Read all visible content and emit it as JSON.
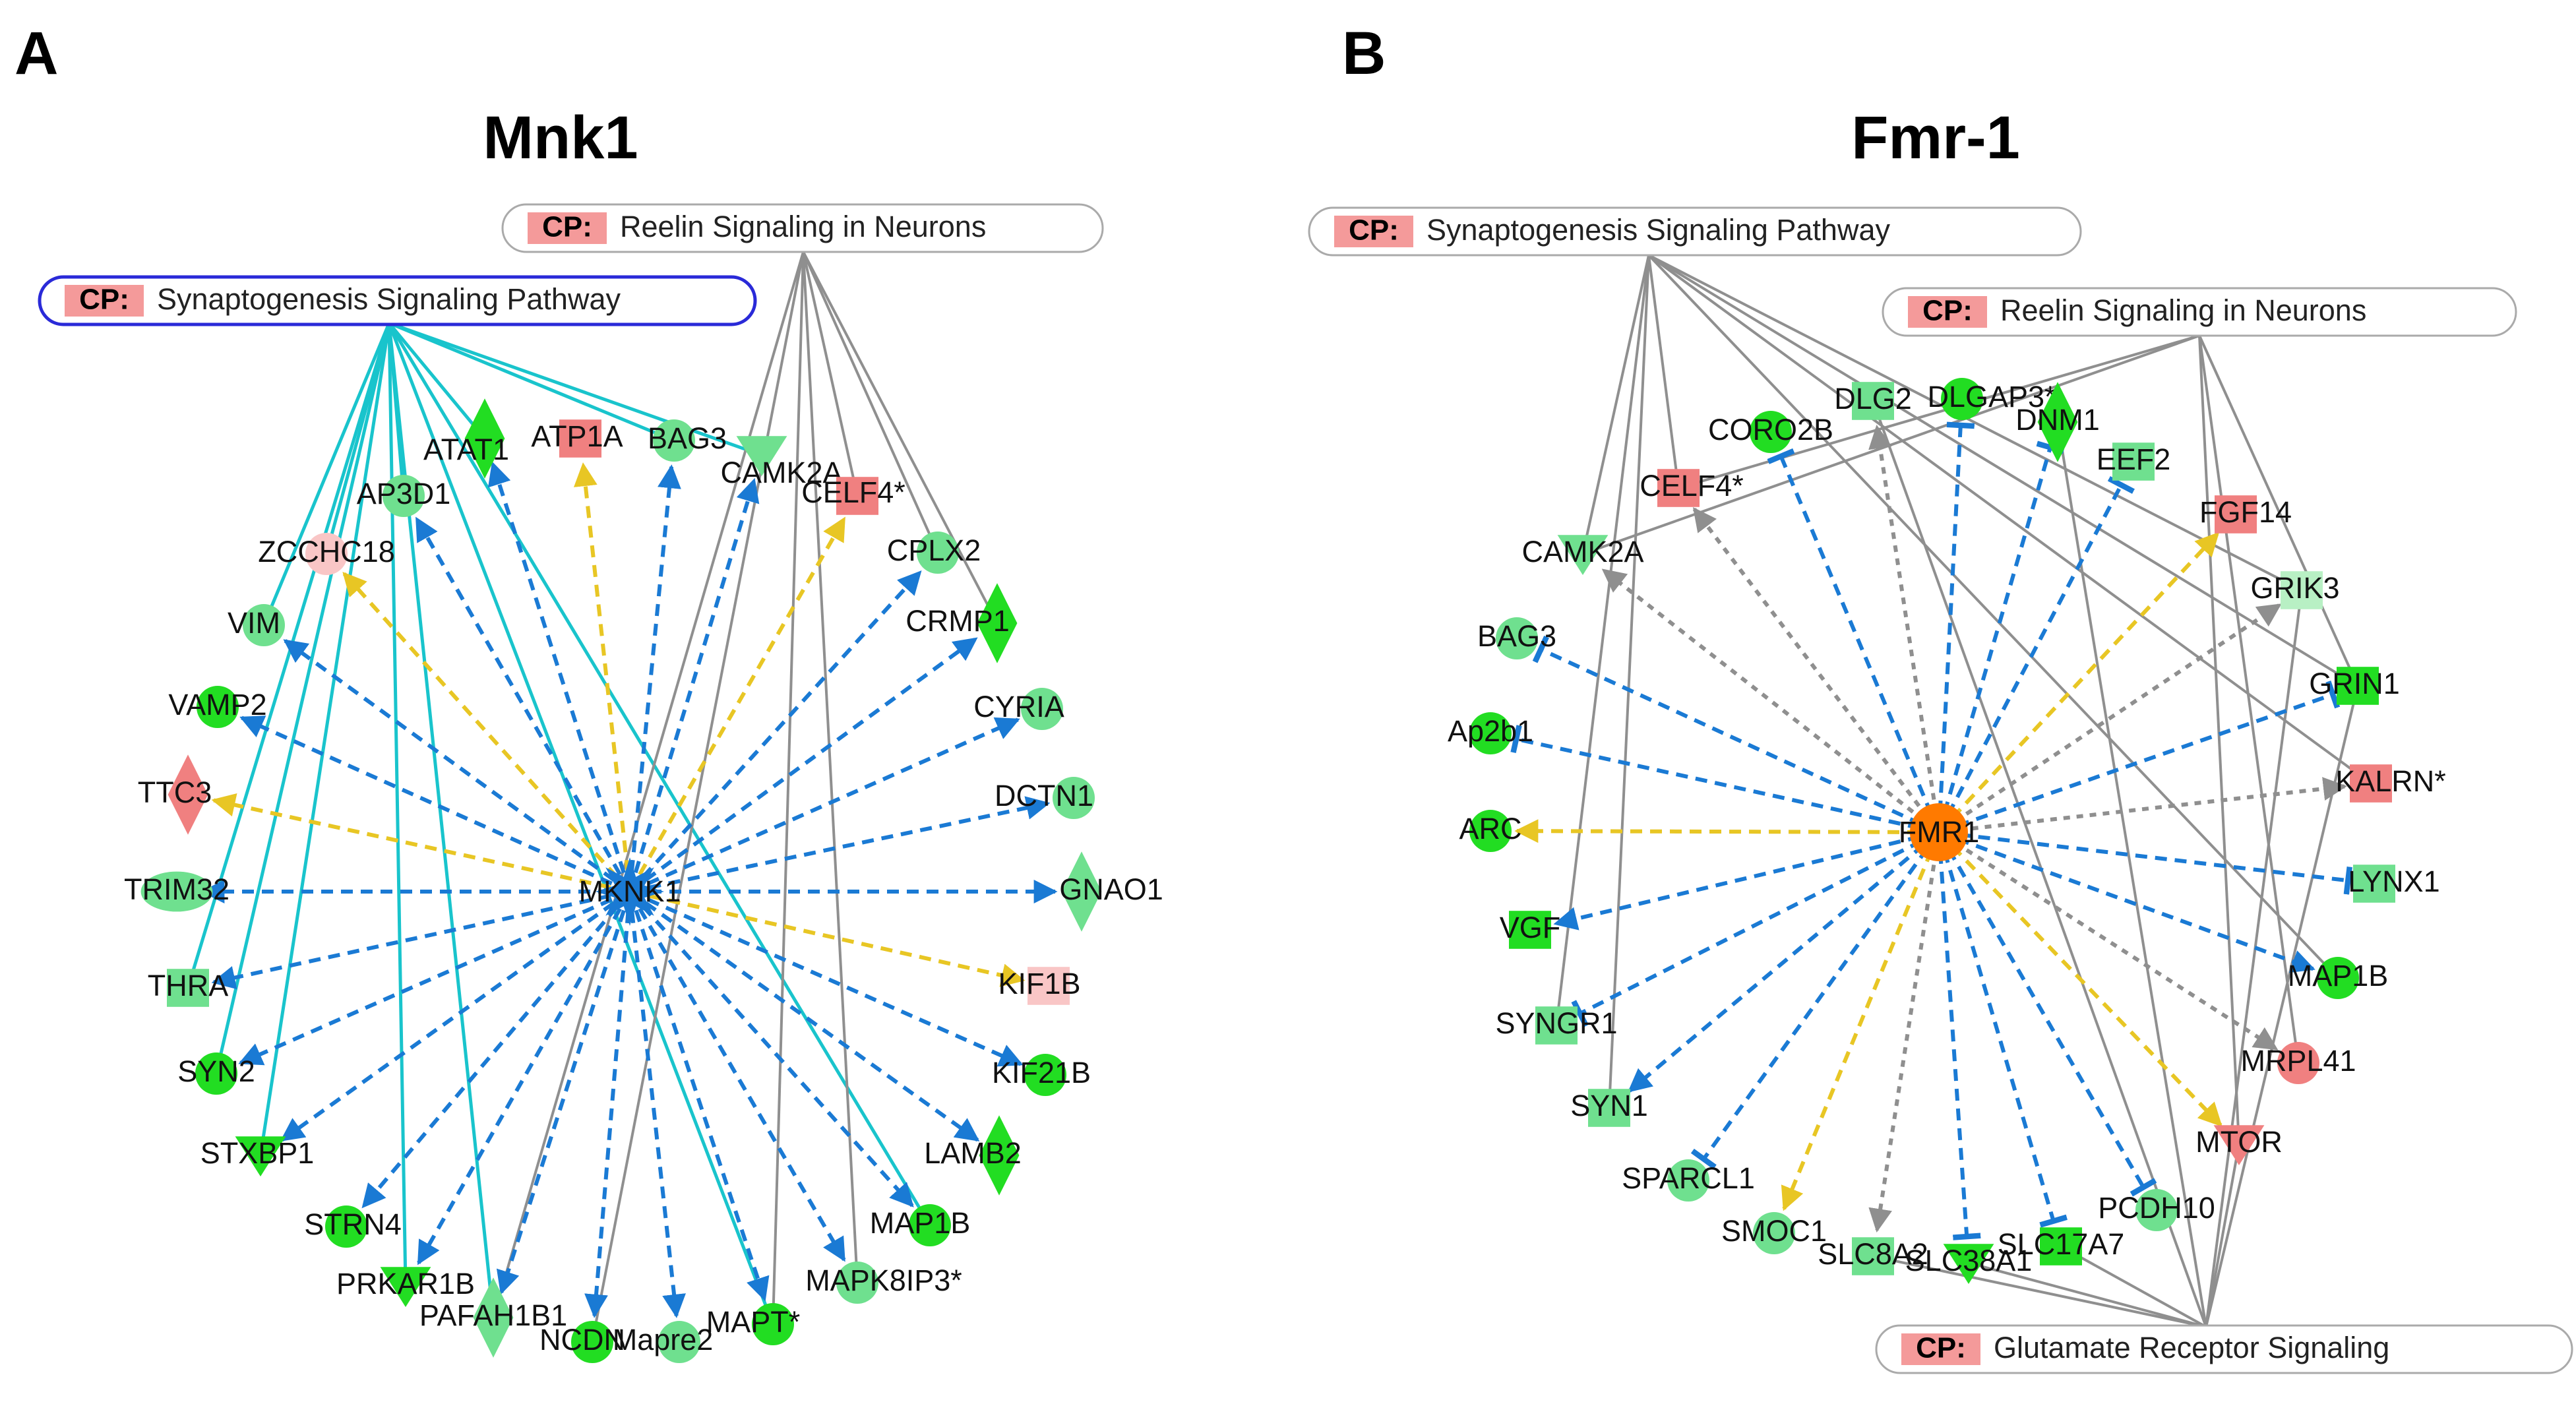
{
  "colors": {
    "up": "#f08080",
    "up_light": "#f9c6c6",
    "up_strong": "#ff6b00",
    "down": "#22dd22",
    "down_light": "#6fe08f",
    "down_pale": "#b8f0c4",
    "inhibit": "#1a7ad4",
    "activate": "#e8c624",
    "neutral_grey": "#8f8f8f",
    "cp_link": "#19c4cc",
    "cp_tag": "#f49a9a",
    "selected_outline": "#2a2ad8"
  },
  "panels": [
    {
      "letter": "A",
      "title": "Mnk1",
      "hub": {
        "label": "MKNK1",
        "shape": "star",
        "color": "#1a7ad4"
      },
      "pathways": [
        {
          "tag": "CP:",
          "name": "Reelin Signaling in Neurons",
          "selected": false
        },
        {
          "tag": "CP:",
          "name": "Synaptogenesis Signaling Pathway",
          "selected": true
        }
      ],
      "nodes": [
        {
          "label": "ATAT1",
          "shape": "diamond",
          "color": "down"
        },
        {
          "label": "ATP1A",
          "shape": "rect",
          "color": "up"
        },
        {
          "label": "BAG3",
          "shape": "circle",
          "color": "down_light"
        },
        {
          "label": "CAMK2A",
          "shape": "triangle",
          "color": "down_light"
        },
        {
          "label": "CELF4*",
          "shape": "rect",
          "color": "up"
        },
        {
          "label": "CPLX2",
          "shape": "circle",
          "color": "down_light"
        },
        {
          "label": "CRMP1",
          "shape": "diamond",
          "color": "down"
        },
        {
          "label": "CYRIA",
          "shape": "circle",
          "color": "down_light"
        },
        {
          "label": "DCTN1",
          "shape": "circle",
          "color": "down_light"
        },
        {
          "label": "GNAO1",
          "shape": "diamond",
          "color": "down_light"
        },
        {
          "label": "KIF1B",
          "shape": "rect",
          "color": "up_light"
        },
        {
          "label": "KIF21B",
          "shape": "circle",
          "color": "down"
        },
        {
          "label": "LAMB2",
          "shape": "diamond",
          "color": "down"
        },
        {
          "label": "MAP1B",
          "shape": "circle",
          "color": "down"
        },
        {
          "label": "MAPK8IP3*",
          "shape": "circle",
          "color": "down_light"
        },
        {
          "label": "MAPT*",
          "shape": "circle",
          "color": "down"
        },
        {
          "label": "Mapre2",
          "shape": "circle",
          "color": "down_light"
        },
        {
          "label": "NCDN",
          "shape": "circle",
          "color": "down"
        },
        {
          "label": "PAFAH1B1",
          "shape": "diamond",
          "color": "down_light"
        },
        {
          "label": "PRKAR1B",
          "shape": "triangle",
          "color": "down"
        },
        {
          "label": "STRN4",
          "shape": "circle",
          "color": "down"
        },
        {
          "label": "STXBP1",
          "shape": "triangle",
          "color": "down"
        },
        {
          "label": "SYN2",
          "shape": "circle",
          "color": "down"
        },
        {
          "label": "THRA",
          "shape": "rect",
          "color": "down_light"
        },
        {
          "label": "TRIM32",
          "shape": "ellipse",
          "color": "down_light"
        },
        {
          "label": "TTC3",
          "shape": "diamond",
          "color": "up"
        },
        {
          "label": "VAMP2",
          "shape": "circle",
          "color": "down"
        },
        {
          "label": "VIM",
          "shape": "circle",
          "color": "down_light"
        },
        {
          "label": "ZCCHC18",
          "shape": "circle",
          "color": "up_light"
        },
        {
          "label": "AP3D1",
          "shape": "circle",
          "color": "down_light"
        }
      ]
    },
    {
      "letter": "B",
      "title": "Fmr-1",
      "hub": {
        "label": "FMR1",
        "shape": "circle",
        "color": "#ff7a00"
      },
      "pathways": [
        {
          "tag": "CP:",
          "name": "Synaptogenesis Signaling Pathway",
          "selected": false
        },
        {
          "tag": "CP:",
          "name": "Reelin Signaling in Neurons",
          "selected": false
        },
        {
          "tag": "CP:",
          "name": "Glutamate Receptor Signaling",
          "selected": false
        }
      ],
      "nodes": [
        {
          "label": "DLG2",
          "shape": "rect",
          "color": "down_light"
        },
        {
          "label": "DLGAP3*",
          "shape": "circle",
          "color": "down"
        },
        {
          "label": "DNM1",
          "shape": "diamond",
          "color": "down"
        },
        {
          "label": "EEF2",
          "shape": "rect",
          "color": "down_light"
        },
        {
          "label": "FGF14",
          "shape": "rect",
          "color": "up"
        },
        {
          "label": "GRIK3",
          "shape": "rect",
          "color": "down_pale"
        },
        {
          "label": "GRIN1",
          "shape": "rect",
          "color": "down"
        },
        {
          "label": "KALRN*",
          "shape": "rect",
          "color": "up"
        },
        {
          "label": "LYNX1",
          "shape": "rect",
          "color": "down_light"
        },
        {
          "label": "MAP1B",
          "shape": "circle",
          "color": "down"
        },
        {
          "label": "MRPL41",
          "shape": "circle",
          "color": "up"
        },
        {
          "label": "MTOR",
          "shape": "triangle",
          "color": "up"
        },
        {
          "label": "PCDH10",
          "shape": "circle",
          "color": "down_light"
        },
        {
          "label": "SLC17A7",
          "shape": "rect",
          "color": "down"
        },
        {
          "label": "SLC38A1",
          "shape": "triangle",
          "color": "down"
        },
        {
          "label": "SLC8A2",
          "shape": "rect",
          "color": "down_light"
        },
        {
          "label": "SMOC1",
          "shape": "circle",
          "color": "down_light"
        },
        {
          "label": "SPARCL1",
          "shape": "circle",
          "color": "down_light"
        },
        {
          "label": "SYN1",
          "shape": "rect",
          "color": "down_light"
        },
        {
          "label": "SYNGR1",
          "shape": "rect",
          "color": "down_light"
        },
        {
          "label": "VGF",
          "shape": "rect",
          "color": "down"
        },
        {
          "label": "ARC",
          "shape": "circle",
          "color": "down"
        },
        {
          "label": "Ap2b1",
          "shape": "circle",
          "color": "down"
        },
        {
          "label": "BAG3",
          "shape": "circle",
          "color": "down_light"
        },
        {
          "label": "CAMK2A",
          "shape": "triangle",
          "color": "down_light"
        },
        {
          "label": "CELF4*",
          "shape": "rect",
          "color": "up"
        },
        {
          "label": "CORO2B",
          "shape": "circle",
          "color": "down"
        }
      ]
    }
  ]
}
